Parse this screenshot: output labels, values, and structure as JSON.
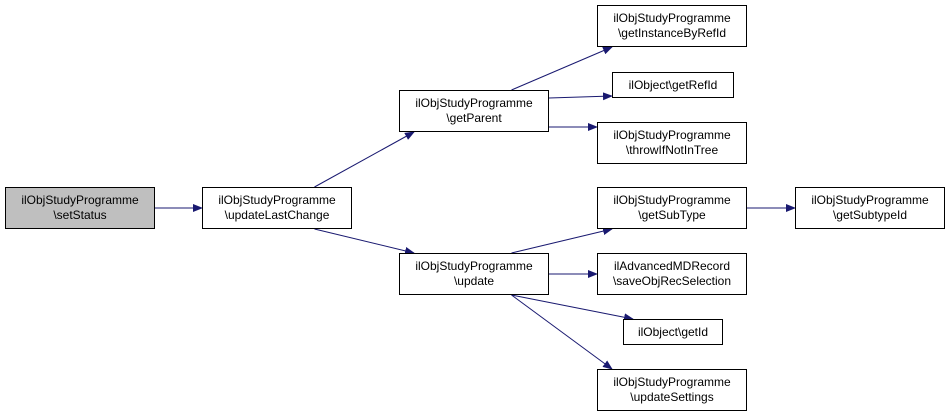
{
  "colors": {
    "edge": "#191970",
    "border": "#000000",
    "focus_fill": "#bfbfbf",
    "node_fill": "#ffffff"
  },
  "nodes": {
    "setStatus": {
      "line1": "ilObjStudyProgramme",
      "line2": "\\setStatus"
    },
    "updateLastChange": {
      "line1": "ilObjStudyProgramme",
      "line2": "\\updateLastChange"
    },
    "getParent": {
      "line1": "ilObjStudyProgramme",
      "line2": "\\getParent"
    },
    "update": {
      "line1": "ilObjStudyProgramme",
      "line2": "\\update"
    },
    "getInstanceByRefId": {
      "line1": "ilObjStudyProgramme",
      "line2": "\\getInstanceByRefId"
    },
    "getRefId": {
      "line1": "ilObject\\getRefId"
    },
    "throwIfNotInTree": {
      "line1": "ilObjStudyProgramme",
      "line2": "\\throwIfNotInTree"
    },
    "getSubType": {
      "line1": "ilObjStudyProgramme",
      "line2": "\\getSubType"
    },
    "getSubtypeId": {
      "line1": "ilObjStudyProgramme",
      "line2": "\\getSubtypeId"
    },
    "saveObjRecSelection": {
      "line1": "ilAdvancedMDRecord",
      "line2": "\\saveObjRecSelection"
    },
    "getId": {
      "line1": "ilObject\\getId"
    },
    "updateSettings": {
      "line1": "ilObjStudyProgramme",
      "line2": "\\updateSettings"
    }
  },
  "edges": [
    [
      "setStatus",
      "updateLastChange"
    ],
    [
      "updateLastChange",
      "getParent"
    ],
    [
      "updateLastChange",
      "update"
    ],
    [
      "getParent",
      "getInstanceByRefId"
    ],
    [
      "getParent",
      "getRefId"
    ],
    [
      "getParent",
      "throwIfNotInTree"
    ],
    [
      "update",
      "getSubType"
    ],
    [
      "update",
      "saveObjRecSelection"
    ],
    [
      "update",
      "getId"
    ],
    [
      "update",
      "updateSettings"
    ],
    [
      "getSubType",
      "getSubtypeId"
    ]
  ]
}
